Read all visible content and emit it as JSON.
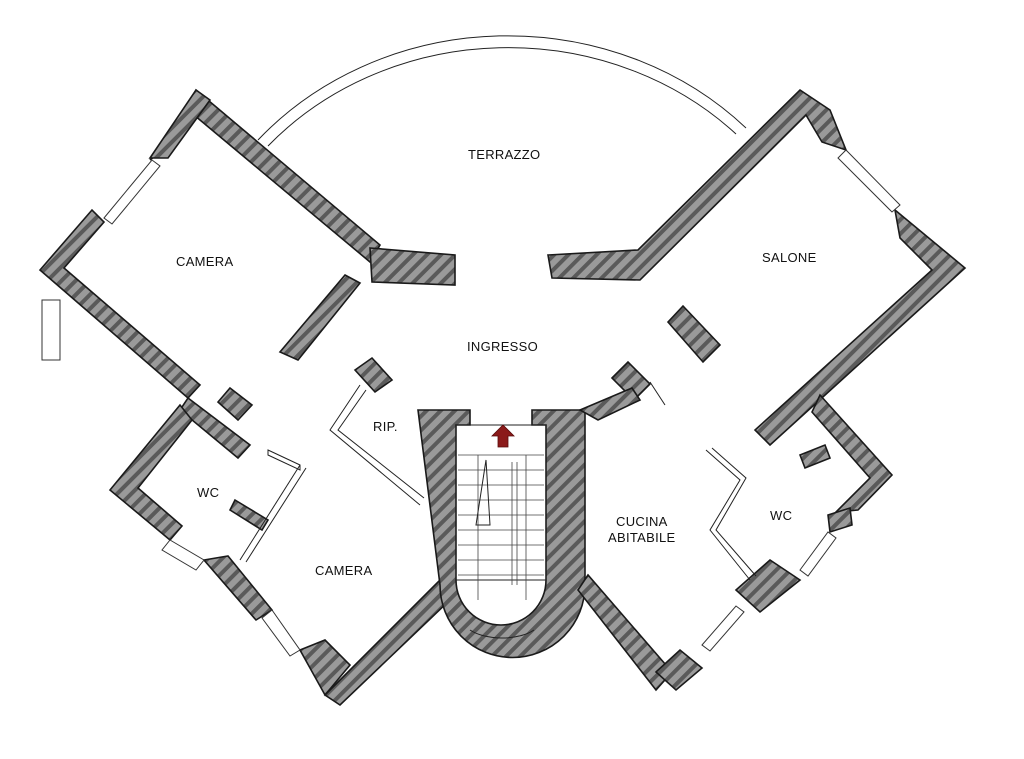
{
  "plan": {
    "colors": {
      "wall_fill": "#8a8a8a",
      "wall_dark": "#4a4a4a",
      "arrow": "#8b1a1a"
    },
    "rooms": {
      "terrazzo": "TERRAZZO",
      "camera_top": "CAMERA",
      "salone": "SALONE",
      "ingresso": "INGRESSO",
      "rip": "RIP.",
      "wc_left": "WC",
      "camera_bottom": "CAMERA",
      "cucina_line1": "CUCINA",
      "cucina_line2": "ABITABILE",
      "wc_right": "WC"
    },
    "icons": {
      "entrance_arrow": "arrow-up-icon"
    }
  }
}
